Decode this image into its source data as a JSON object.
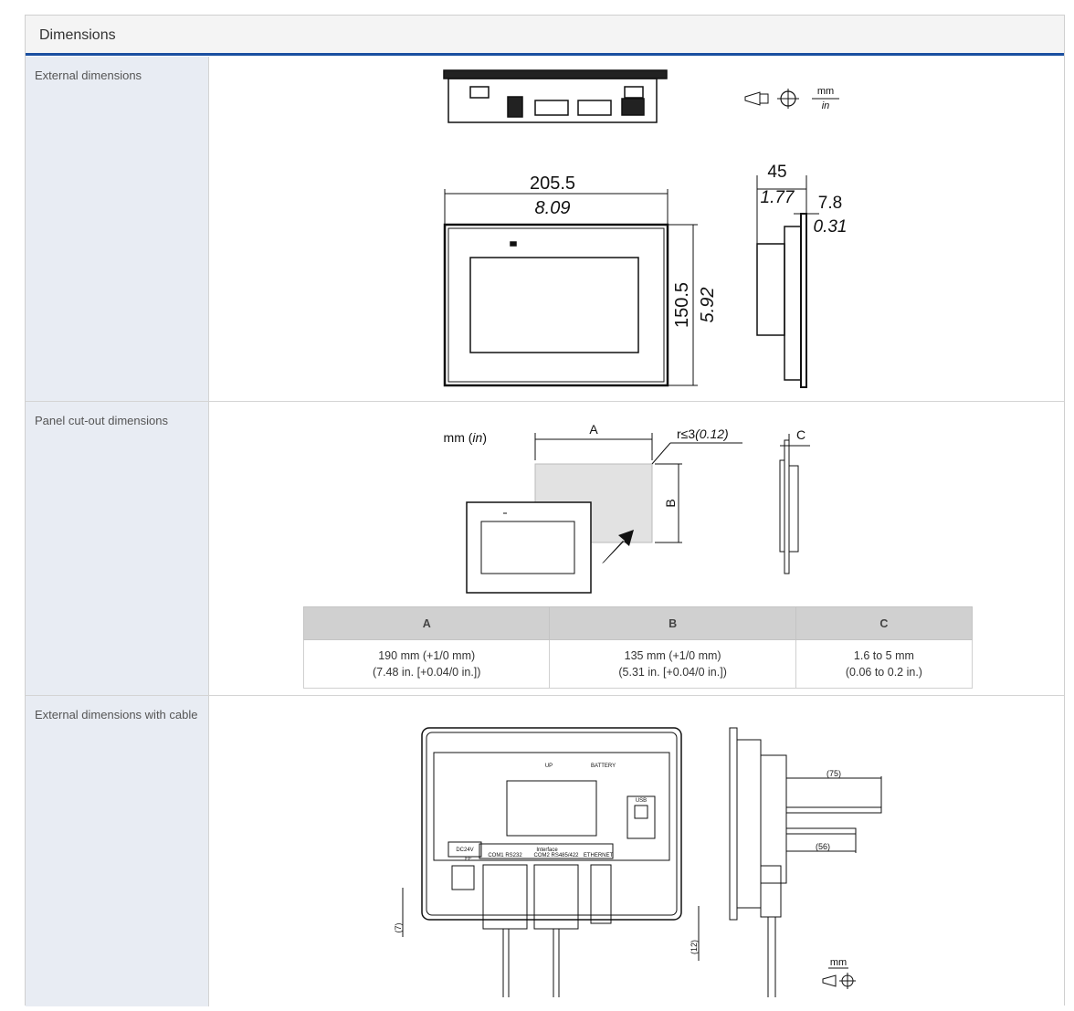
{
  "section": {
    "title": "Dimensions"
  },
  "rows": {
    "external": {
      "label": "External dimensions",
      "units_mm": "mm",
      "units_in": "in",
      "width_mm": "205.5",
      "width_in": "8.09",
      "height_mm": "150.5",
      "height_in": "5.92",
      "depth_mm": "45",
      "depth_in": "1.77",
      "bezel_mm": "7.8",
      "bezel_in": "0.31"
    },
    "cutout": {
      "label": "Panel cut-out dimensions",
      "units_label_prefix": "mm (",
      "units_label_in": "in",
      "units_label_suffix": ")",
      "dim_a": "A",
      "dim_b": "B",
      "dim_c": "C",
      "radius_prefix": "r≤3",
      "radius_value": "(0.12)",
      "table": {
        "headers": [
          "A",
          "B",
          "C"
        ],
        "values_line1": [
          "190 mm (+1/0 mm)",
          "135 mm (+1/0 mm)",
          "1.6 to 5 mm"
        ],
        "values_line2": [
          "(7.48 in. [+0.04/0 in.])",
          "(5.31 in. [+0.04/0 in.])",
          "(0.06 to 0.2 in.)"
        ]
      }
    },
    "cable": {
      "label": "External dimensions with cable",
      "up": "UP",
      "battery": "BATTERY",
      "usb": "USB",
      "dc24v": "DC24V",
      "fe": "FE",
      "interface": "Interface",
      "com1": "COM1 RS232",
      "com2": "COM2 RS485/422",
      "ethernet": "ETHERNET",
      "dim_75": "(75)",
      "dim_56": "(56)",
      "dim_7": "(7)",
      "dim_12": "(12)",
      "units": "mm"
    }
  }
}
